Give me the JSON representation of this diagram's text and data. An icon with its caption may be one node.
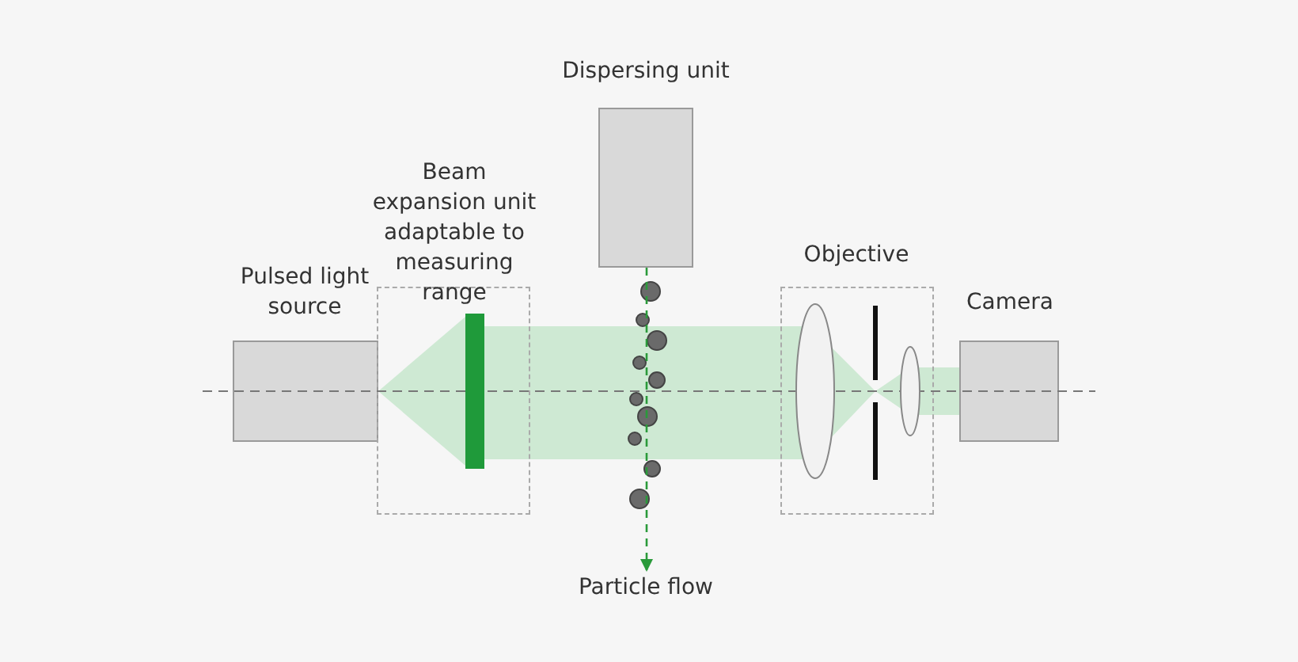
{
  "diagram": {
    "nodes": [
      {
        "text": [
          "Pulsed light source"
        ]
      },
      {
        "text": [
          "Beam expansion unit adaptable to measuring range"
        ]
      },
      {
        "text": [
          "Dispersing unit"
        ]
      },
      {
        "text": [
          "Objective"
        ]
      },
      {
        "text": [
          "Camera"
        ]
      },
      {
        "text": [
          "Particle flow"
        ]
      }
    ],
    "edges": [
      {
        "from": 2,
        "to": 5,
        "arrow": "to",
        "style": "dashed",
        "color": "#2a9a3a"
      }
    ]
  }
}
